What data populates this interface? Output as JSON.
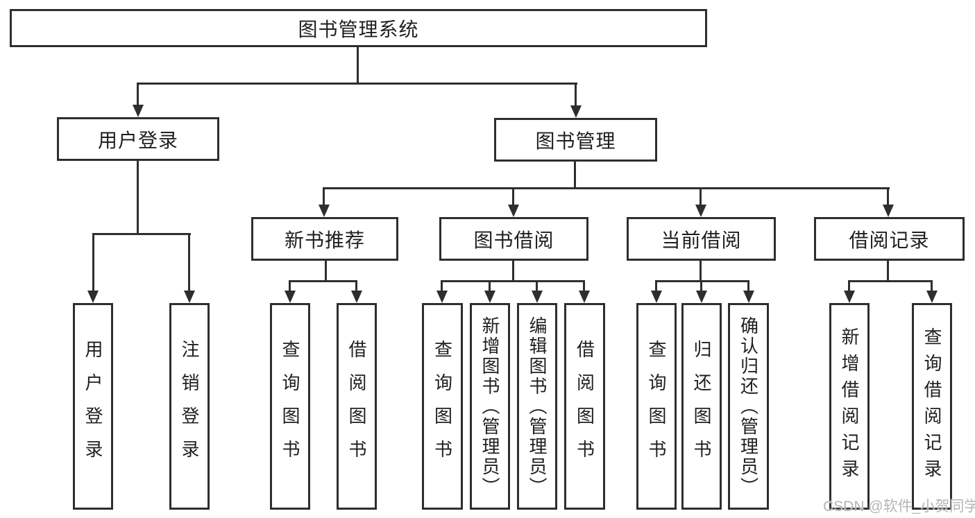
{
  "diagram_title": "图书管理系统",
  "tree": {
    "root": {
      "label": "图书管理系统"
    },
    "branches": [
      {
        "label": "用户登录",
        "children": [
          {
            "label": "用户登录"
          },
          {
            "label": "注销登录"
          }
        ]
      },
      {
        "label": "图书管理",
        "children": [
          {
            "label": "新书推荐",
            "children": [
              {
                "label": "查询图书"
              },
              {
                "label": "借阅图书"
              }
            ]
          },
          {
            "label": "图书借阅",
            "children": [
              {
                "label": "查询图书"
              },
              {
                "label": "新增图书（管理员）"
              },
              {
                "label": "编辑图书（管理员）"
              },
              {
                "label": "借阅图书"
              }
            ]
          },
          {
            "label": "当前借阅",
            "children": [
              {
                "label": "查询图书"
              },
              {
                "label": "归还图书"
              },
              {
                "label": "确认归还（管理员）"
              }
            ]
          },
          {
            "label": "借阅记录",
            "children": [
              {
                "label": "新增借阅记录"
              },
              {
                "label": "查询借阅记录"
              }
            ]
          }
        ]
      }
    ]
  },
  "watermark": {
    "text": "CSDN @软件_小贺同学"
  },
  "colors": {
    "line": "#2e2e2e",
    "text": "#1f1f1f",
    "box_fill": "#ffffff",
    "watermark": "#b5b5b5"
  }
}
